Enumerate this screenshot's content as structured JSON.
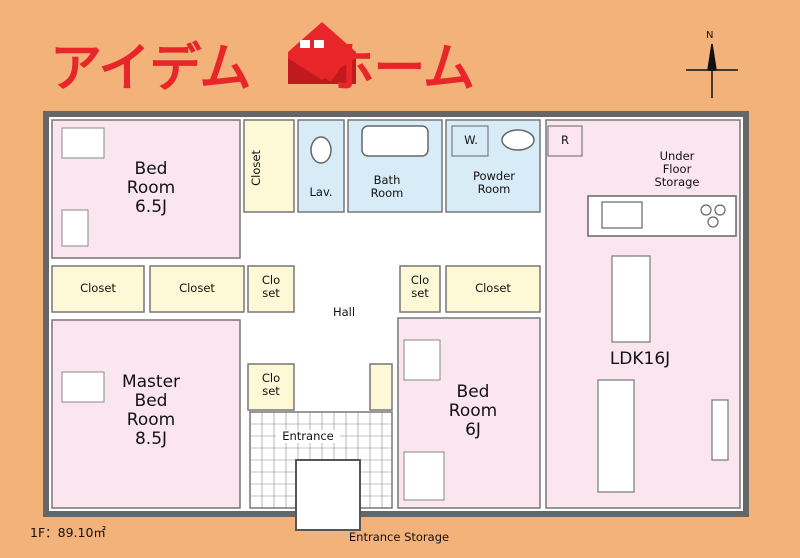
{
  "brand": {
    "text_left": "アイデム",
    "text_right": "ホーム",
    "color": "#e8262a"
  },
  "compass": {
    "north_label": "N"
  },
  "rooms": {
    "bed_room_1": "Bed\nRoom\n6.5J",
    "closet_top": "Closet",
    "lav": "Lav.",
    "bath_room": "Bath\nRoom",
    "powder_room": "Powder\nRoom",
    "washer": "W.",
    "fridge": "R",
    "under_floor_storage": "Under\nFloor\nStorage",
    "closet_left_1": "Closet",
    "closet_left_2": "Closet",
    "closet_small_1": "Clo\nset",
    "hall": "Hall",
    "closet_small_2": "Clo\nset",
    "closet_right": "Closet",
    "ldk": "LDK16J",
    "master_bed_room": "Master\nBed\nRoom\n8.5J",
    "closet_small_3": "Clo\nset",
    "entrance": "Entrance",
    "bed_room_2": "Bed\nRoom\n6J",
    "entrance_storage": "Entrance Storage"
  },
  "floor_area": "1F：89.10㎡",
  "colors": {
    "background": "#f4b27b",
    "room_pink": "#fbe6ef",
    "closet_cream": "#fdf8d5",
    "wet_blue": "#d8ecf8",
    "hall_white": "#ffffff"
  }
}
